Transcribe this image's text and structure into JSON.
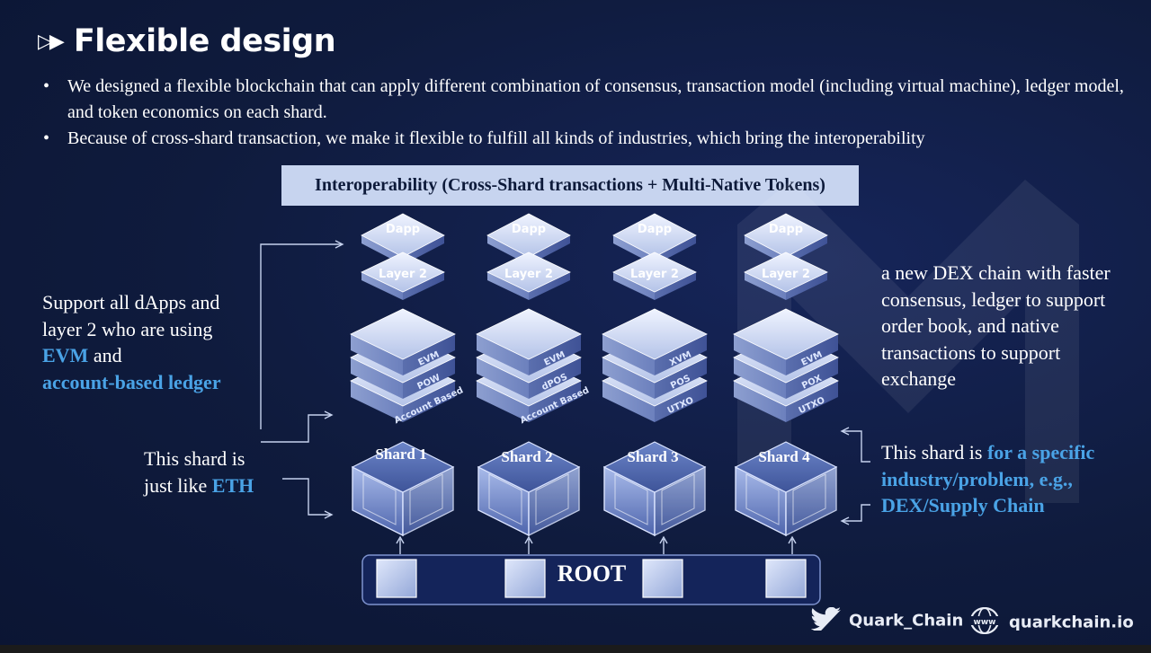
{
  "title": "Flexible design",
  "title_icon": "double-play-arrows",
  "bullets": [
    "We designed a flexible blockchain that can apply different combination of consensus, transaction model (including virtual machine), ledger model, and token economics on each shard.",
    "Because of cross-shard transaction, we make it flexible to fulfill all kinds of industries, which bring the interoperability"
  ],
  "banner": "Interoperability (Cross-Shard transactions + Multi-Native Tokens)",
  "shards": [
    {
      "dapp": "Dapp",
      "layer2": "Layer 2",
      "vm": "EVM",
      "consensus": "POW",
      "ledger": "Account Based",
      "shard": "Shard 1"
    },
    {
      "dapp": "Dapp",
      "layer2": "Layer 2",
      "vm": "EVM",
      "consensus": "dPOS",
      "ledger": "Account Based",
      "shard": "Shard 2"
    },
    {
      "dapp": "Dapp",
      "layer2": "Layer 2",
      "vm": "XVM",
      "consensus": "POS",
      "ledger": "UTXO",
      "shard": "Shard 3"
    },
    {
      "dapp": "Dapp",
      "layer2": "Layer 2",
      "vm": "EVM",
      "consensus": "POX",
      "ledger": "UTXO",
      "shard": "Shard 4"
    }
  ],
  "root": "ROOT",
  "left_note": {
    "line1": "Support all dApps and",
    "line2": "layer 2 who are using",
    "hl1": "EVM",
    "and": " and",
    "hl2": "account-based ledger"
  },
  "shard_note": {
    "line1": "This shard is",
    "line2": "just like ",
    "hl": "ETH"
  },
  "right_note": {
    "text": "a new DEX chain with faster consensus, ledger to support order book, and native transactions to support exchange"
  },
  "right_note2": {
    "prefix": "This shard is ",
    "hl": "for a specific industry/problem, e.g., DEX/Supply Chain"
  },
  "footer": {
    "twitter": "Quark_Chain",
    "website": "quarkchain.io"
  },
  "icons": {
    "twitter": "twitter-bird-icon",
    "website": "www-globe-icon"
  }
}
